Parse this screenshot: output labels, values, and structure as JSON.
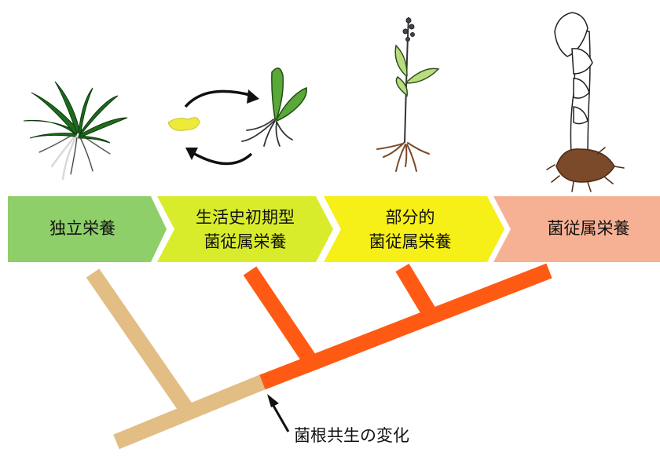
{
  "stages": [
    {
      "lines": [
        "独立栄養"
      ],
      "color": "#8fcf6a"
    },
    {
      "lines": [
        "生活史初期型",
        "菌従属栄養"
      ],
      "color": "#d8ec2c"
    },
    {
      "lines": [
        "部分的",
        "菌従属栄養"
      ],
      "color": "#f6ef18"
    },
    {
      "lines": [
        "菌従属栄養"
      ],
      "color": "#f6b195"
    }
  ],
  "annotation": {
    "text": "菌根共生の変化"
  },
  "colors": {
    "branch_ancestral": "#e2bd84",
    "branch_derived": "#ff5a14",
    "leaf_green": "#1e6b1e",
    "leaf_light": "#b9dc7e",
    "seed": "#eeea3a",
    "roots_brown": "#7a4a2a"
  }
}
